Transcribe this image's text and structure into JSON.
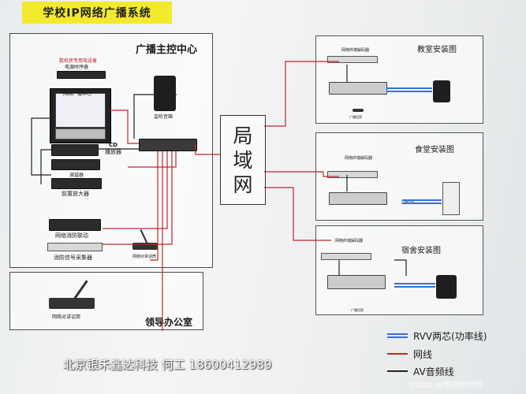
{
  "title": "学校IP网络广播系统",
  "main_panel": {
    "heading": "广播主控中心",
    "rack_label_1": "数机房专用电设备",
    "rack_label_2": "电源时序器",
    "screen_label": "网络广播中心",
    "monitor_speaker": "监听音箱",
    "cd_label": "CD",
    "player_label": "播放器",
    "tuner_label": "调谐器",
    "preamp_label": "前置放大器",
    "fire_link_label": "网络消防联动",
    "fire_signal_label": "消防信号采集器",
    "paging_label": "网络对讲话筒"
  },
  "office_panel": {
    "heading": "领导办公室",
    "mic_label": "网络对讲话筒"
  },
  "lan": {
    "chars": [
      "局",
      "域",
      "网"
    ]
  },
  "rooms": [
    {
      "title": "教室安装图",
      "decoder": "网络终端解码器",
      "mic": "广播话筒"
    },
    {
      "title": "食堂安装图",
      "decoder": "网络终端解码器",
      "mic": "广播话筒"
    },
    {
      "title": "宿舍安装图",
      "decoder": "网络终端解码器",
      "mic": "广播话筒"
    }
  ],
  "legend": [
    {
      "label": "RVV两芯(功率线)",
      "color": "#3a6fd8"
    },
    {
      "label": "网线",
      "color": "#c0262d"
    },
    {
      "label": "AV音频线",
      "color": "#222222"
    }
  ],
  "footer": "北京银禾鑫达科技   何工  18600412989",
  "watermark": "CSDN @明明明明明"
}
